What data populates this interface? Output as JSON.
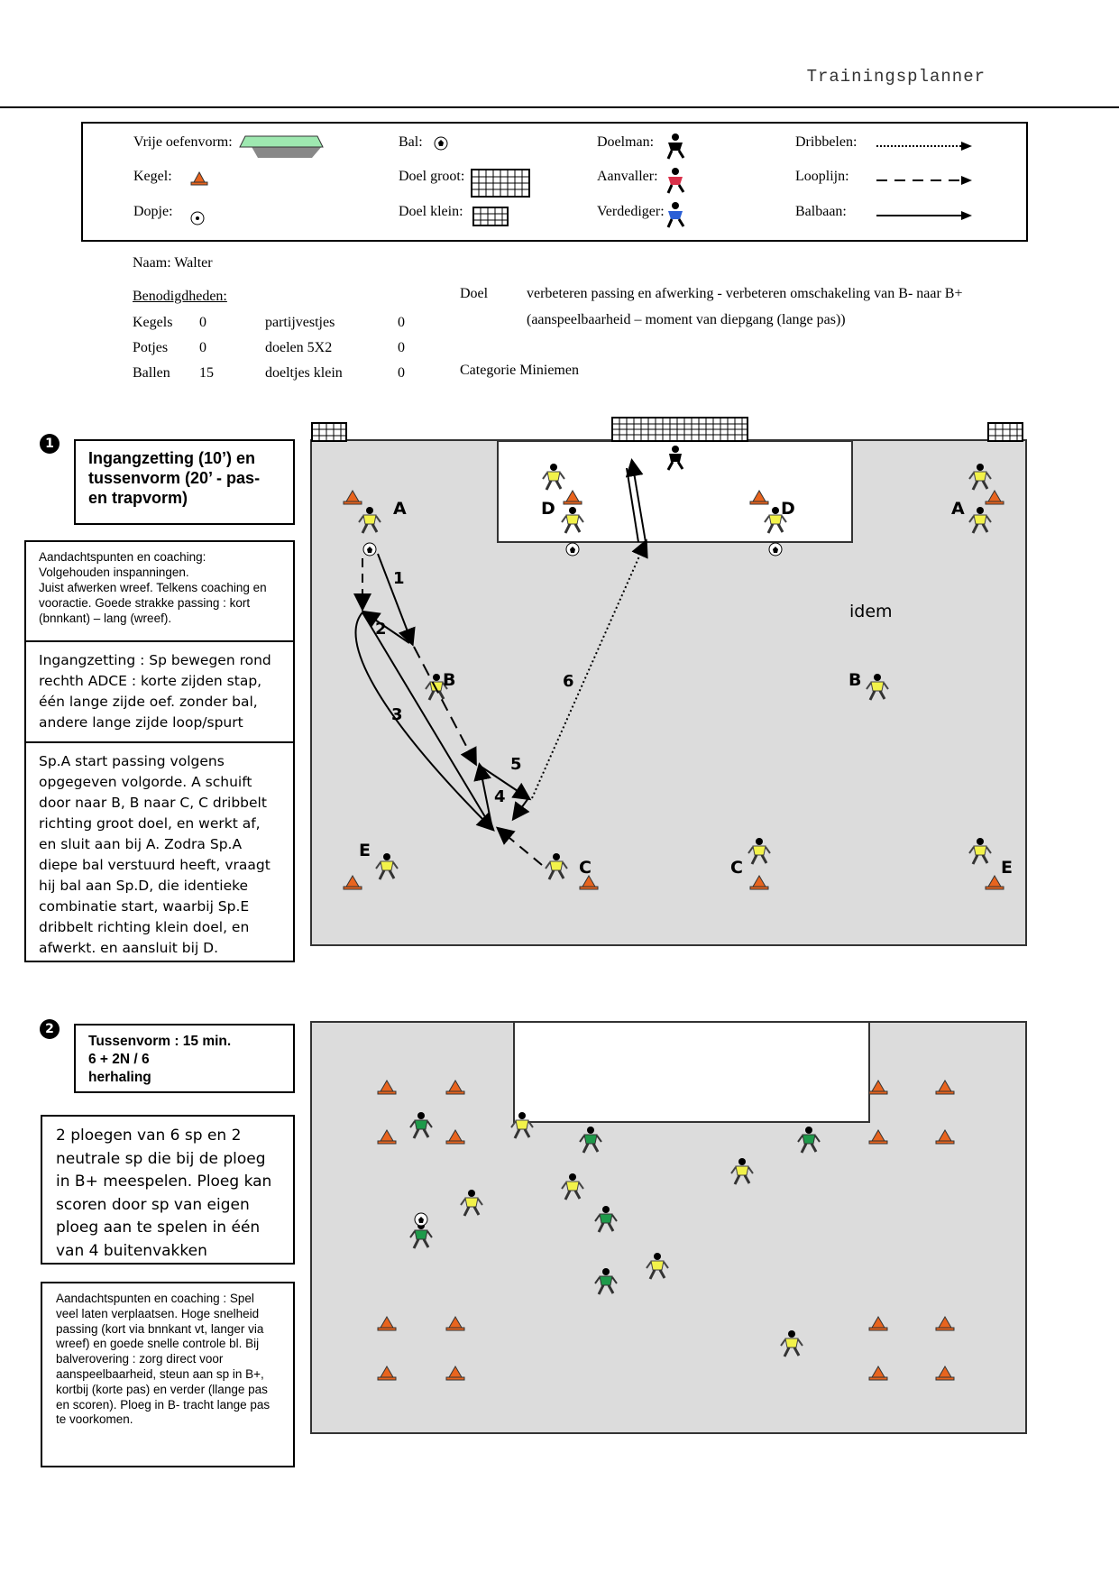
{
  "header": {
    "title": "Trainingsplanner"
  },
  "legend": {
    "vrije": "Vrije oefenvorm:",
    "kegel": "Kegel:",
    "dopje": "Dopje:",
    "bal": "Bal:",
    "doel_groot": "Doel groot:",
    "doel_klein": "Doel klein:",
    "doelman": "Doelman:",
    "aanvaller": "Aanvaller:",
    "verdediger": "Verdediger:",
    "dribbelen": "Dribbelen:",
    "looplijn": "Looplijn:",
    "balbaan": "Balbaan:"
  },
  "info": {
    "naam": "Naam: Walter",
    "benodigdheden": "Benodigdheden:",
    "rows": [
      {
        "item": "Kegels",
        "qty": "0",
        "item2": "partijvestjes",
        "qty2": "0"
      },
      {
        "item": "Potjes",
        "qty": "0",
        "item2": "doelen 5X2",
        "qty2": "0"
      },
      {
        "item": "Ballen",
        "qty": "15",
        "item2": "doeltjes klein",
        "qty2": "0"
      }
    ],
    "doel_label": "Doel",
    "doel_text_1": "verbeteren passing en afwerking - verbeteren omschakeling van B- naar B+",
    "doel_text_2": "(aanspeelbaarheid – moment van diepgang (lange pas))",
    "categorie": "Categorie  Miniemen"
  },
  "ex1": {
    "number": "1",
    "title": "Ingangzetting (10’) en tussenvorm (20’ - pas- en trapvorm)",
    "coaching": [
      "Aandachtspunten en coaching:",
      "Volgehouden inspanningen.",
      "Juist afwerken wreef.  Telkens coaching en vooractie.  Goede strakke passing : kort (bnnkant) – lang (wreef)."
    ],
    "ingang": "Ingangzetting : Sp bewegen rond rechth ADCE : korte zijden stap, één lange zijde oef. zonder bal, andere lange zijde loop/spurt",
    "spA": "Sp.A start passing volgens opgegeven volgorde.  A schuift door naar B, B naar C, C dribbelt richting groot doel, en werkt af, en sluit aan bij A.  Zodra Sp.A diepe bal verstuurd heeft, vraagt hij bal aan Sp.D, die identieke combinatie start, waarbij Sp.E dribbelt richting klein doel, en afwerkt. en aansluit bij D.",
    "field": {
      "labels": [
        "A",
        "D",
        "D",
        "A",
        "B",
        "B",
        "E",
        "C",
        "C",
        "E"
      ],
      "numbers": [
        "1",
        "2",
        "3",
        "4",
        "5",
        "6"
      ],
      "idem": "idem"
    }
  },
  "ex2": {
    "number": "2",
    "title_1": "Tussenvorm : 15 min.",
    "title_2": "6 + 2N / 6",
    "title_3": "herhaling",
    "desc": "2 ploegen van 6 sp en 2 neutrale sp die bij de ploeg in B+ meespelen. Ploeg kan scoren door sp van eigen ploeg aan te spelen in één van 4 buitenvakken",
    "coaching": "Aandachtspunten en coaching : Spel veel laten verplaatsen. Hoge snelheid passing (kort via bnnkant vt, langer via wreef) en goede snelle controle bl. Bij balverovering : zorg direct voor aanspeelbaarheid, steun aan sp in B+, kortbij (korte pas) en verder (llange pas en scoren). Ploeg in B- tracht lange pas te voorkomen."
  },
  "colors": {
    "cone": "#e8641e",
    "player_yellow": "#f2f24a",
    "player_green": "#1e9a4a",
    "field": "#dcdcdc"
  }
}
